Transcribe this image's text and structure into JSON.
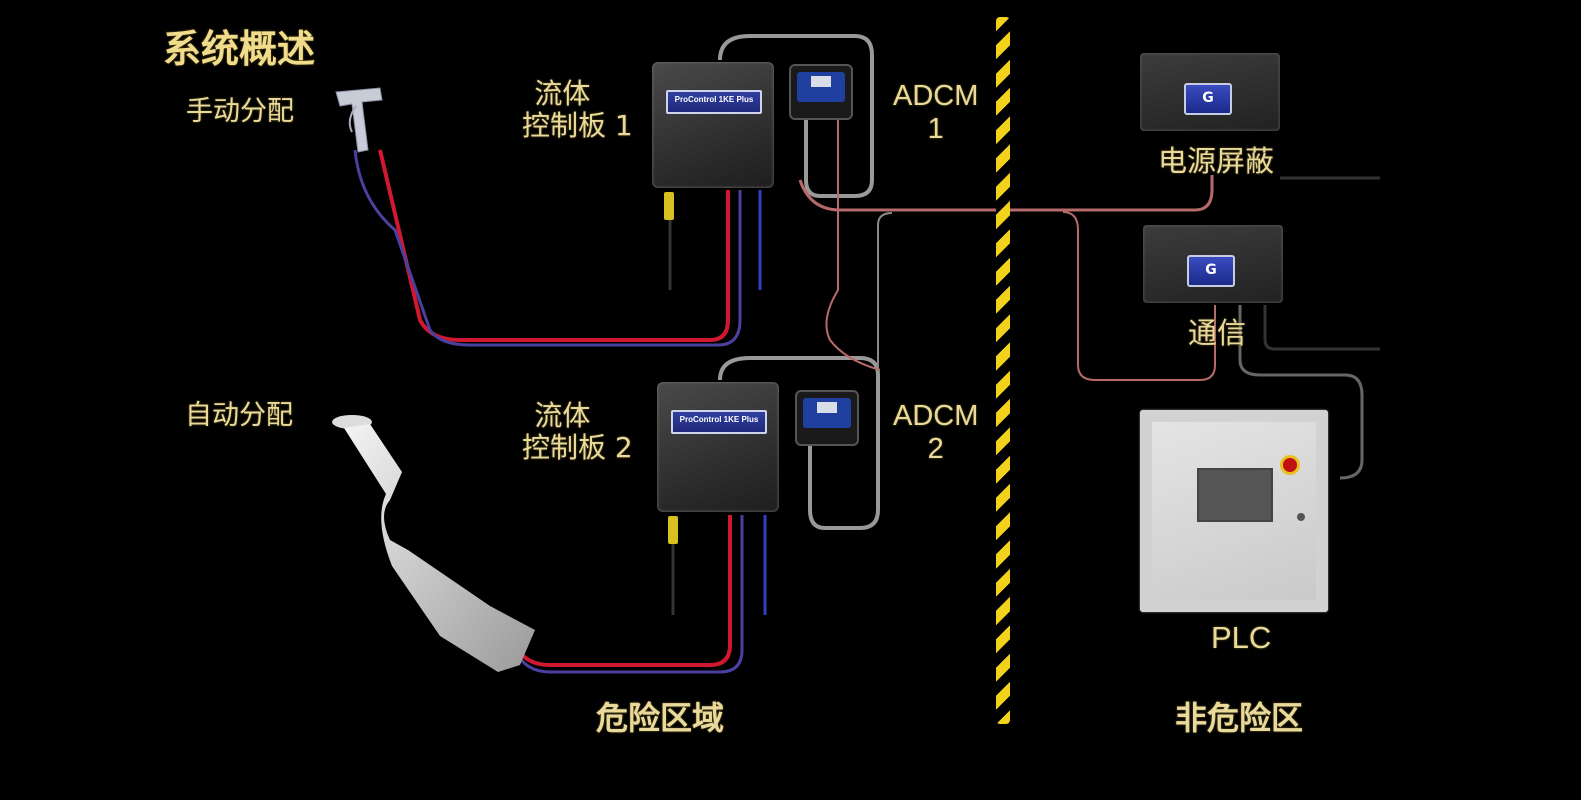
{
  "diagram": {
    "title": "系统概述",
    "nodes": {
      "manual": "手动分配",
      "auto": "自动分配",
      "fcb1_line1": "流体",
      "fcb1_line2": "控制板 1",
      "fcb2_line1": "流体",
      "fcb2_line2": "控制板 2",
      "adcm1_line1": "ADCM",
      "adcm1_line2": "1",
      "adcm2_line1": "ADCM",
      "adcm2_line2": "2",
      "power": "电源屏蔽",
      "comm": "通信",
      "plc": "PLC"
    },
    "zones": {
      "hazardous": "危险区域",
      "non_hazardous": "非危险区"
    },
    "device_badge": "ProControl 1KE Plus",
    "logo_glyph": "G",
    "colors": {
      "label": "#e9d99a",
      "barrier_yellow": "#f2d21a",
      "fluid_red": "#d01830",
      "air_blue": "#3a40c0",
      "cable_pink": "#b86a6a",
      "cable_grey": "#aaaaaa"
    }
  }
}
